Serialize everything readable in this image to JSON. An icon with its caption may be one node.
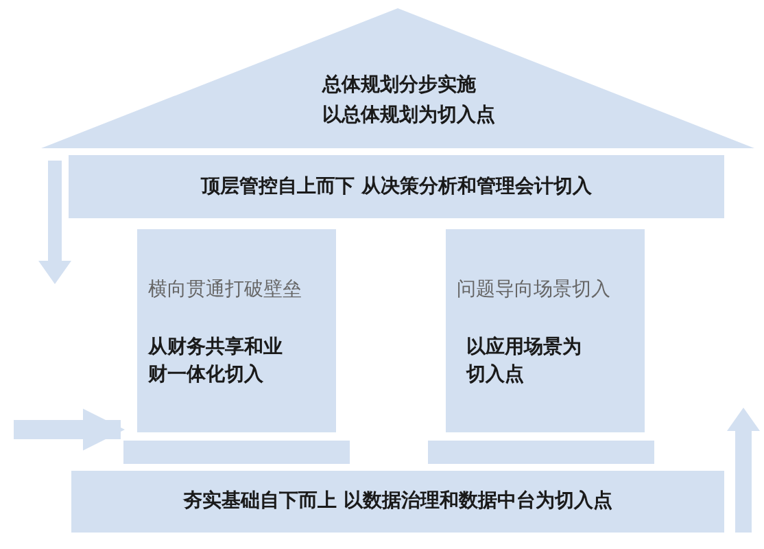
{
  "diagram": {
    "nodes": [
      {
        "text": [
          "总体规划分步实施",
          "以总体规划为切入点"
        ]
      },
      {
        "text": [
          "顶层管控自上而下  从决策分析和管理会计切入"
        ]
      },
      {
        "text": [
          "横向贯通打破壁垒",
          "从财务共享和业财一体化切入"
        ]
      },
      {
        "text": [
          "问题导向场景切入",
          "以应用场景为切入点"
        ]
      },
      {
        "text": [
          "夯实基础自下而上  以数据治理和数据中台为切入点"
        ]
      },
      {
        "text": [],
        "shape": "bar"
      },
      {
        "text": [],
        "shape": "bar"
      }
    ],
    "edges": [
      {
        "from": null,
        "to": 2,
        "arrow": "to"
      }
    ]
  }
}
